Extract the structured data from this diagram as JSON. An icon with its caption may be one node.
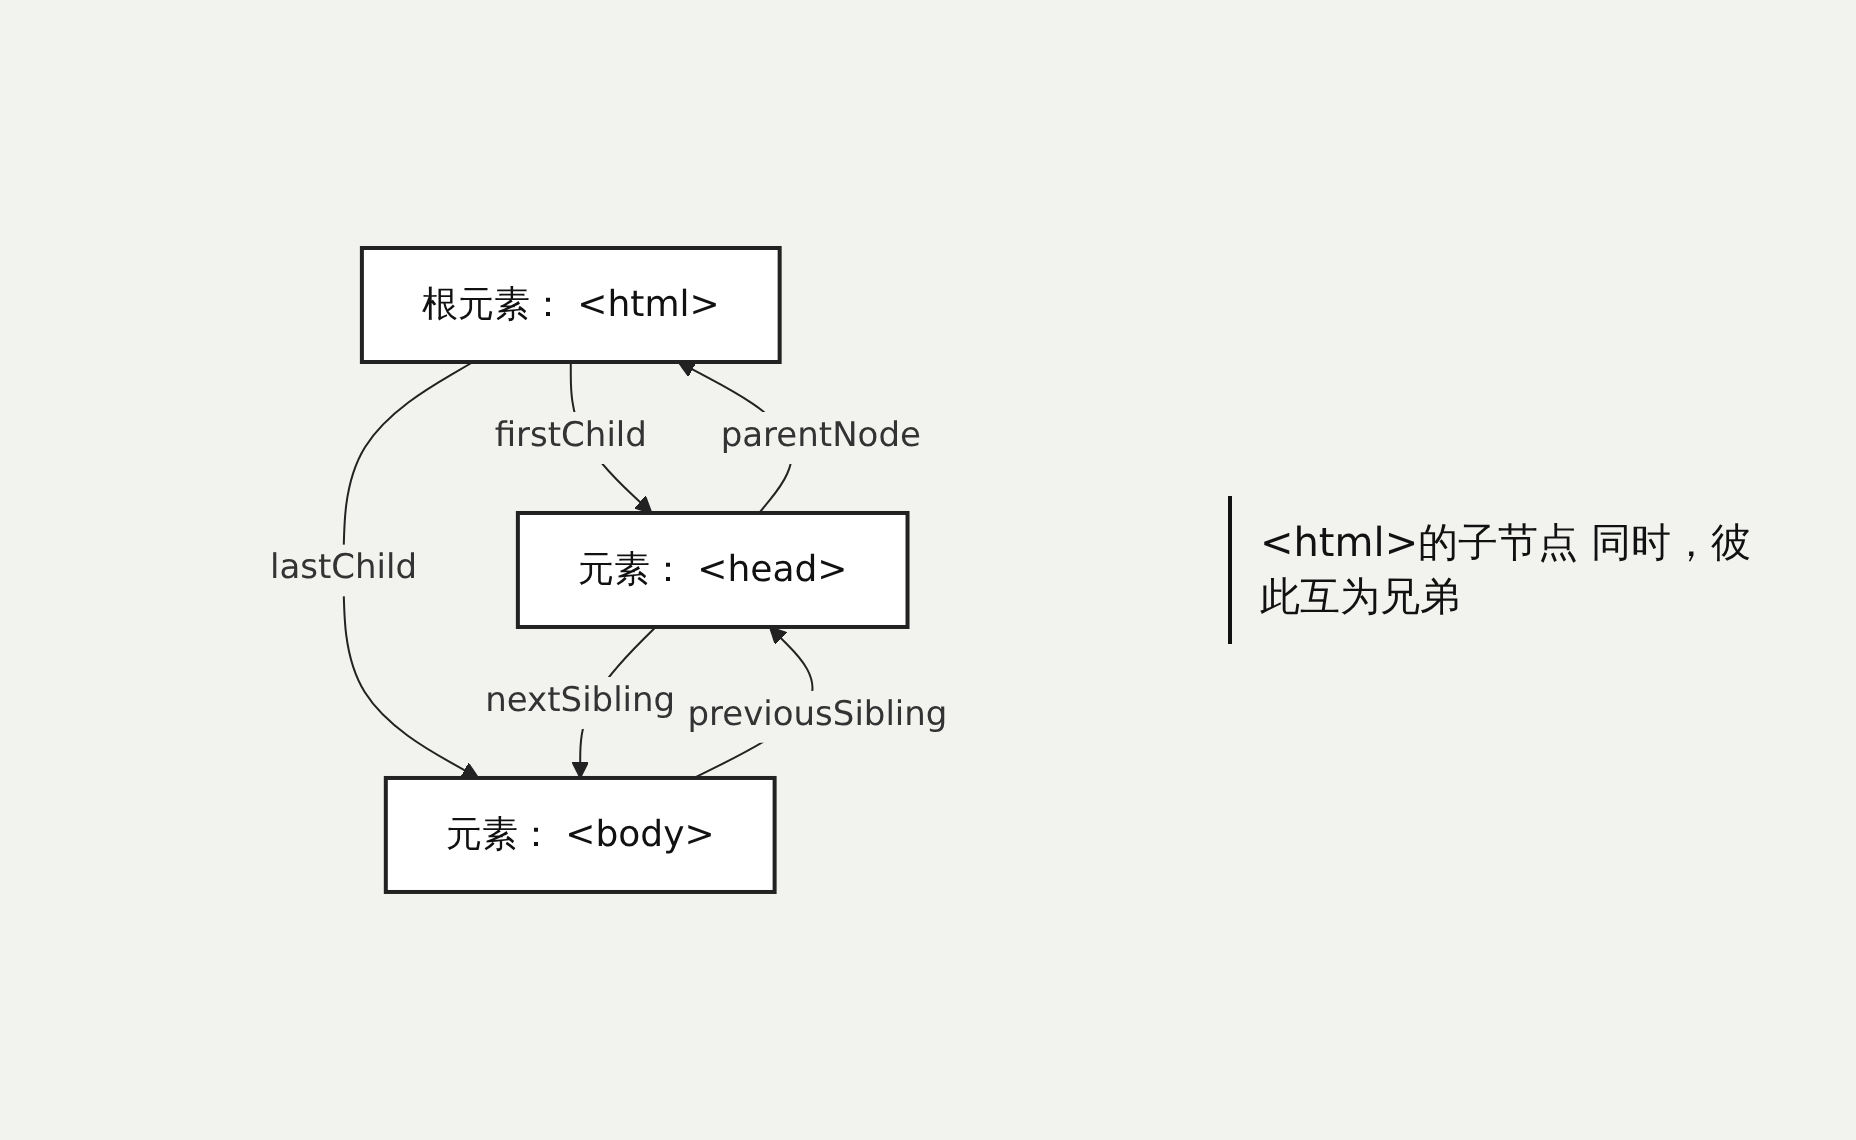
{
  "diagram": {
    "nodes": [
      {
        "text": [
          "根元素： <html>"
        ]
      },
      {
        "text": [
          "元素： <head>"
        ]
      },
      {
        "text": [
          "元素： <body>"
        ]
      }
    ],
    "edges": [
      {
        "from": 1,
        "to": 0,
        "arrow": "to",
        "label": "parentNode"
      },
      {
        "from": 0,
        "to": 1,
        "arrow": "to",
        "label": "firstChild"
      },
      {
        "from": 0,
        "to": 2,
        "arrow": "to",
        "label": "lastChild"
      },
      {
        "from": 1,
        "to": 2,
        "arrow": "to",
        "label": "nextSibling"
      },
      {
        "from": 2,
        "to": 1,
        "arrow": "to",
        "label": "previousSibling"
      }
    ],
    "labels": [
      "<html>的子节点 同时，彼此互为兄弟"
    ]
  }
}
